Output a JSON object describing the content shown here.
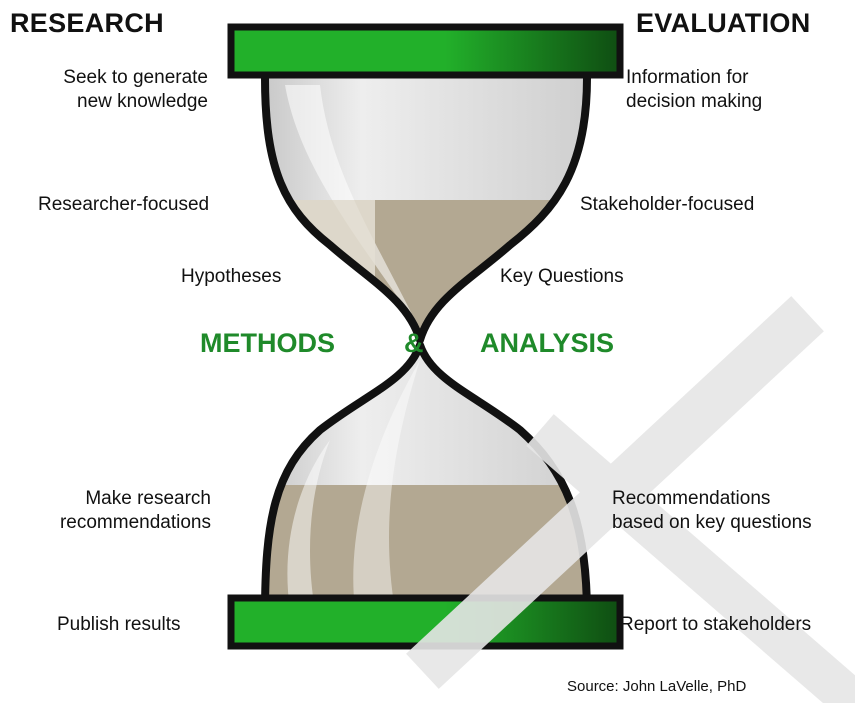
{
  "headings": {
    "left": "RESEARCH",
    "right": "EVALUATION"
  },
  "center": {
    "methods": "METHODS",
    "amp": "&",
    "analysis": "ANALYSIS"
  },
  "left_labels": {
    "top": [
      "Seek to generate",
      "new knowledge"
    ],
    "focus": "Researcher-focused",
    "question": "Hypotheses",
    "recommend": [
      "Make research",
      "recommendations"
    ],
    "report": "Publish results"
  },
  "right_labels": {
    "top": [
      "Information for",
      "decision making"
    ],
    "focus": "Stakeholder-focused",
    "question": "Key Questions",
    "recommend": [
      "Recommendations",
      "based on key questions"
    ],
    "report": "Report to stakeholders"
  },
  "source": "Source: John LaVelle, PhD",
  "colors": {
    "green": "#22b02a",
    "dark_green": "#0f4d12",
    "sand": "#b3a892",
    "glass": "#d9d9d9",
    "label_green": "#1f8a2a"
  },
  "icons": [
    "hourglass-icon",
    "watermark-graphic"
  ]
}
